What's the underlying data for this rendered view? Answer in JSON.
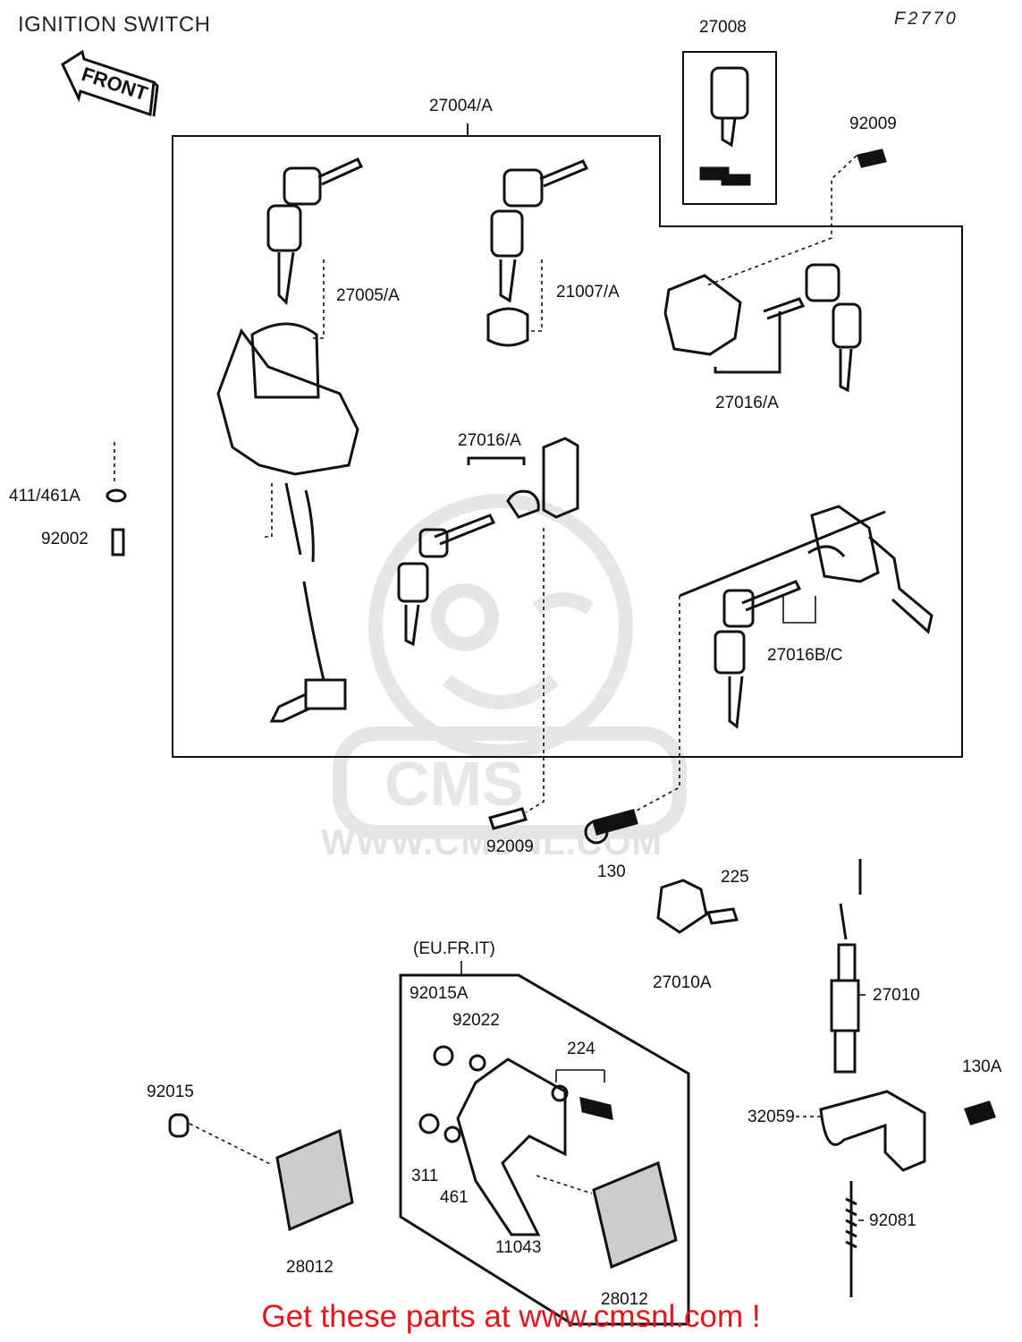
{
  "diagram": {
    "title": "IGNITION SWITCH",
    "figure_code": "F2770",
    "front_marker": "FRONT",
    "watermark_text": "WWW.CMSNL.COM",
    "footer_text": "Get these parts at www.cmsnl.com !",
    "colors": {
      "line": "#111111",
      "footer": "#e4161c",
      "watermark": "#e2e2e2"
    },
    "labels": {
      "p27008": "27008",
      "p27004a": "27004/A",
      "p92009_top": "92009",
      "p27005a": "27005/A",
      "p21007a": "21007/A",
      "p27016a_right": "27016/A",
      "p27016a_mid": "27016/A",
      "p411_461a": "411/461A",
      "p92002": "92002",
      "p27016bc": "27016B/C",
      "p92009_bottom": "92009",
      "p130": "130",
      "p225": "225",
      "p27010a": "27010A",
      "p_eu_fr_it": "(EU.FR.IT)",
      "p92015a": "92015A",
      "p92022": "92022",
      "p224": "224",
      "p27010": "27010",
      "p130a": "130A",
      "p92015": "92015",
      "p32059": "32059",
      "p311": "311",
      "p461": "461",
      "p11043": "11043",
      "p92081": "92081",
      "p28012_left": "28012",
      "p28012_right": "28012"
    }
  }
}
